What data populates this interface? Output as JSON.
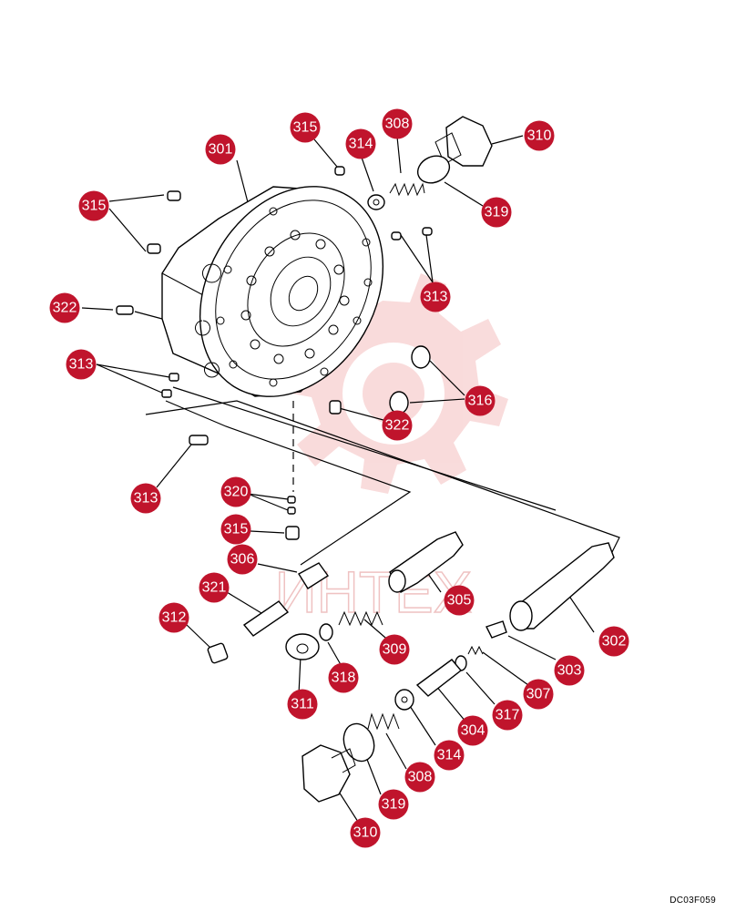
{
  "watermark": "ИНТЕХ",
  "drawing_code": "DC03F059",
  "colors": {
    "label_fill": "#c0142c",
    "label_text": "#ffffff",
    "watermark": "#f4c7c7"
  },
  "labels": [
    "315",
    "301",
    "314",
    "308",
    "310",
    "319",
    "315",
    "313",
    "322",
    "313",
    "316",
    "322",
    "313",
    "320",
    "315",
    "306",
    "321",
    "305",
    "312",
    "309",
    "302",
    "311",
    "318",
    "303",
    "307",
    "317",
    "304",
    "314",
    "308",
    "319",
    "310"
  ]
}
